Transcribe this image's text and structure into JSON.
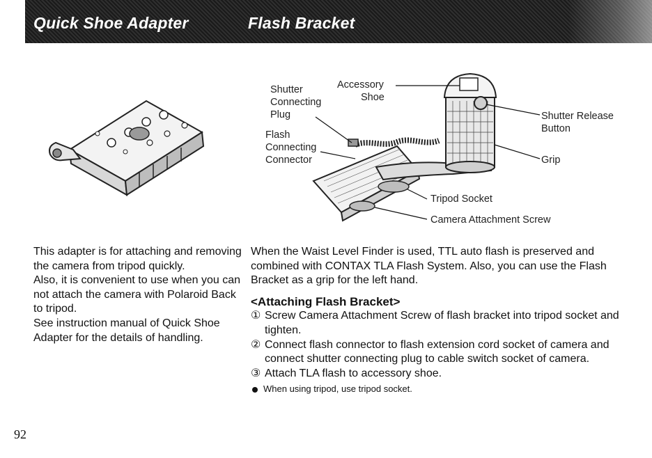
{
  "header": {
    "left_title": "Quick Shoe Adapter",
    "right_title": "Flash Bracket"
  },
  "diagram": {
    "labels": {
      "shutter_plug": [
        "Shutter",
        "Connecting",
        "Plug"
      ],
      "accessory_shoe": [
        "Accessory",
        "Shoe"
      ],
      "flash_connector": [
        "Flash",
        "Connecting",
        "Connector"
      ],
      "shutter_release": [
        "Shutter Release",
        "Button"
      ],
      "grip": "Grip",
      "tripod_socket": "Tripod Socket",
      "camera_attachment_screw": "Camera Attachment Screw"
    }
  },
  "left_column": {
    "paragraphs": [
      "This adapter is for attaching and removing the camera from tripod quickly.",
      "Also, it is convenient to use when you can not attach the camera with Polaroid Back to tripod.",
      "See instruction manual of Quick Shoe Adapter for the details of handling."
    ]
  },
  "right_column": {
    "intro": "When the Waist Level Finder is used, TTL auto flash is preserved and combined with CONTAX TLA Flash System. Also, you can use the Flash Bracket as a grip for the left hand.",
    "heading": "<Attaching Flash Bracket>",
    "steps": [
      {
        "num": "①",
        "text": "Screw Camera Attachment Screw of flash bracket into tripod socket and tighten."
      },
      {
        "num": "②",
        "text": "Connect flash connector to flash extension cord socket of camera and connect shutter connecting plug to cable switch socket of camera."
      },
      {
        "num": "③",
        "text": "Attach TLA flash to accessory shoe."
      }
    ],
    "note": "When using tripod, use tripod socket."
  },
  "page_number": "92"
}
